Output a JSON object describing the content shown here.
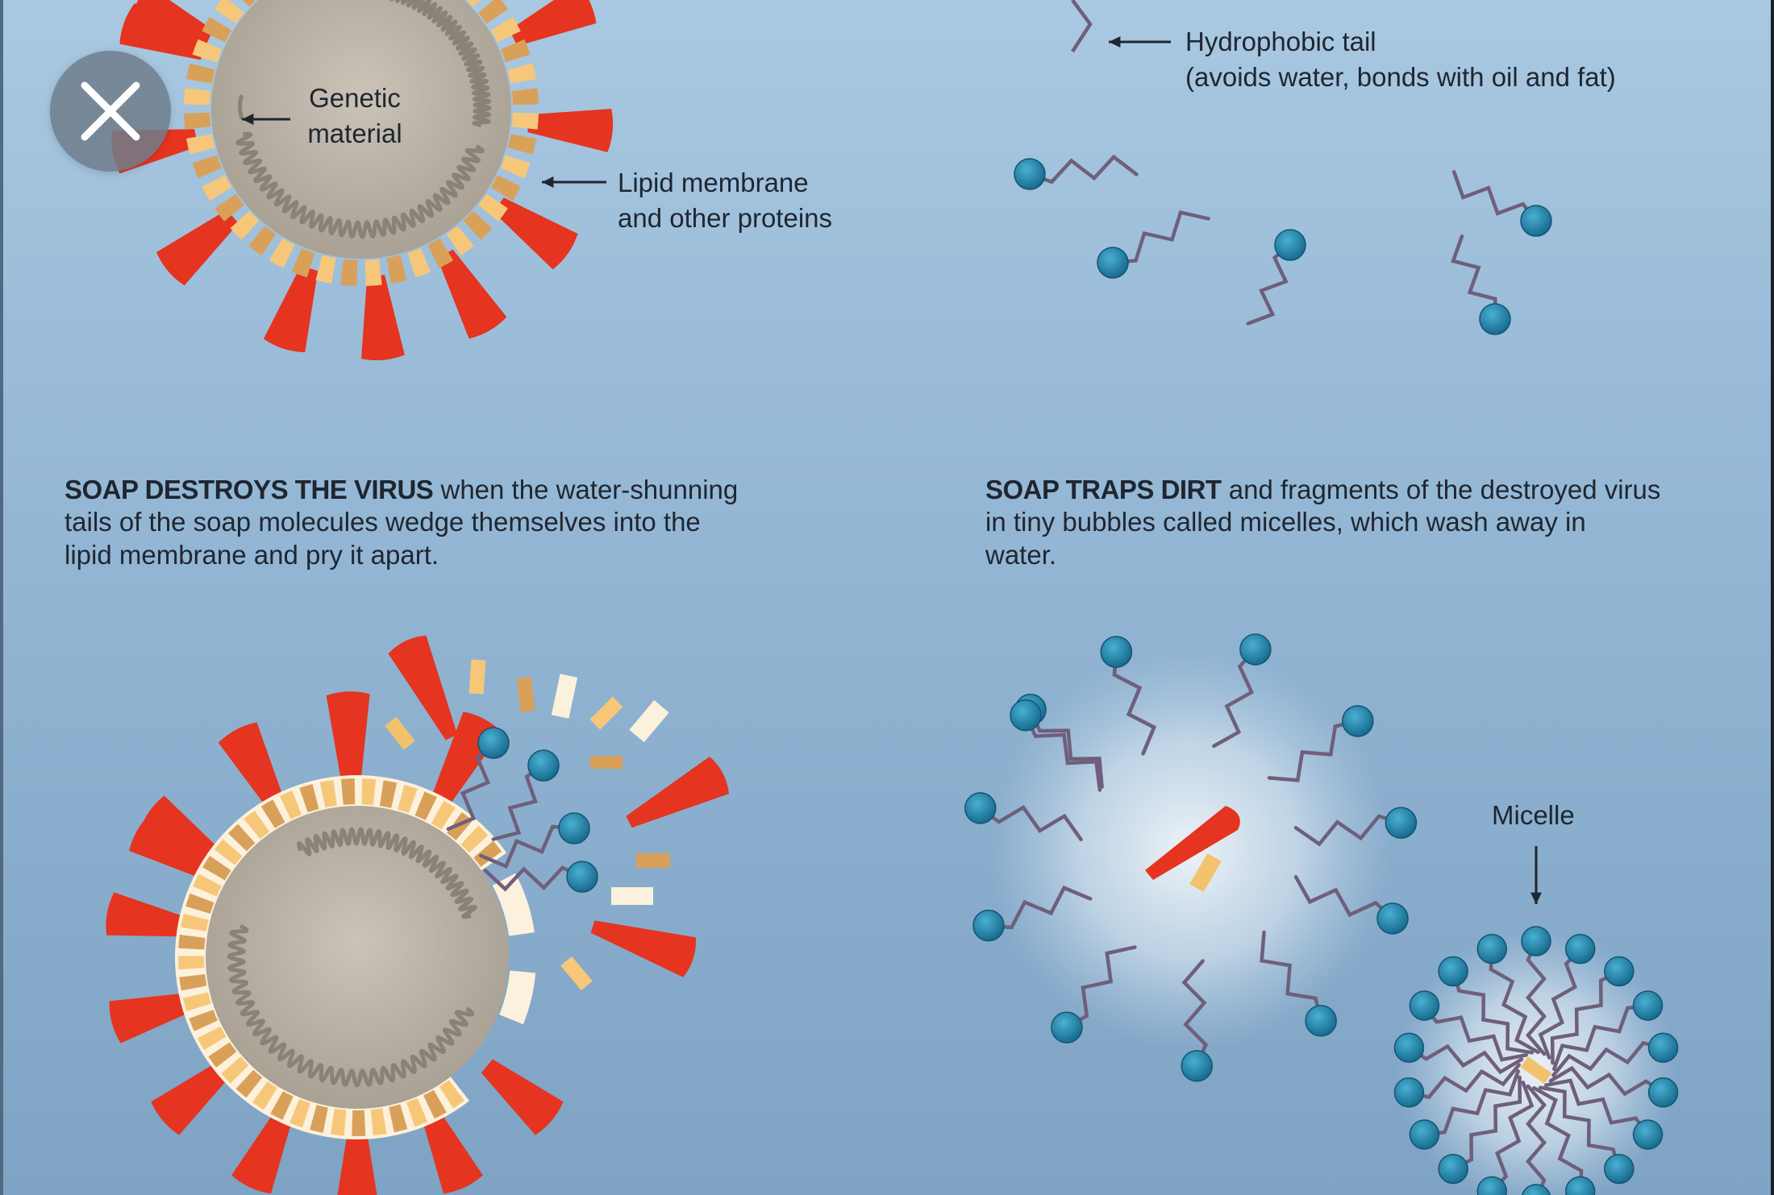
{
  "labels": {
    "genetic_material_1": "Genetic",
    "genetic_material_2": "material",
    "lipid_membrane_1": "Lipid membrane",
    "lipid_membrane_2": "and other proteins",
    "hydrophobic_1": "Hydrophobic tail",
    "hydrophobic_2": "(avoids water, bonds with oil and fat)",
    "micelle": "Micelle"
  },
  "captions": {
    "destroy_bold": "SOAP DESTROYS THE VIRUS",
    "destroy_rest": " when the water-shunning tails of the soap molecules wedge themselves into the lipid membrane and pry it apart.",
    "traps_bold": "SOAP TRAPS DIRT",
    "traps_rest": " and fragments of the destroyed virus in tiny bubbles called micelles, which wash away in water."
  },
  "close_button": {
    "icon": "close-icon"
  },
  "colors": {
    "background_top": "#a9c8e1",
    "background_bottom": "#7fa3c4",
    "spike_red": "#e5341f",
    "membrane_light": "#f7c779",
    "membrane_dark": "#d9a05a",
    "virus_core": "#bcb3a8",
    "genetic_strand": "#8b8277",
    "soap_head": "#2a85a8",
    "soap_tail": "#6f5f7b"
  }
}
